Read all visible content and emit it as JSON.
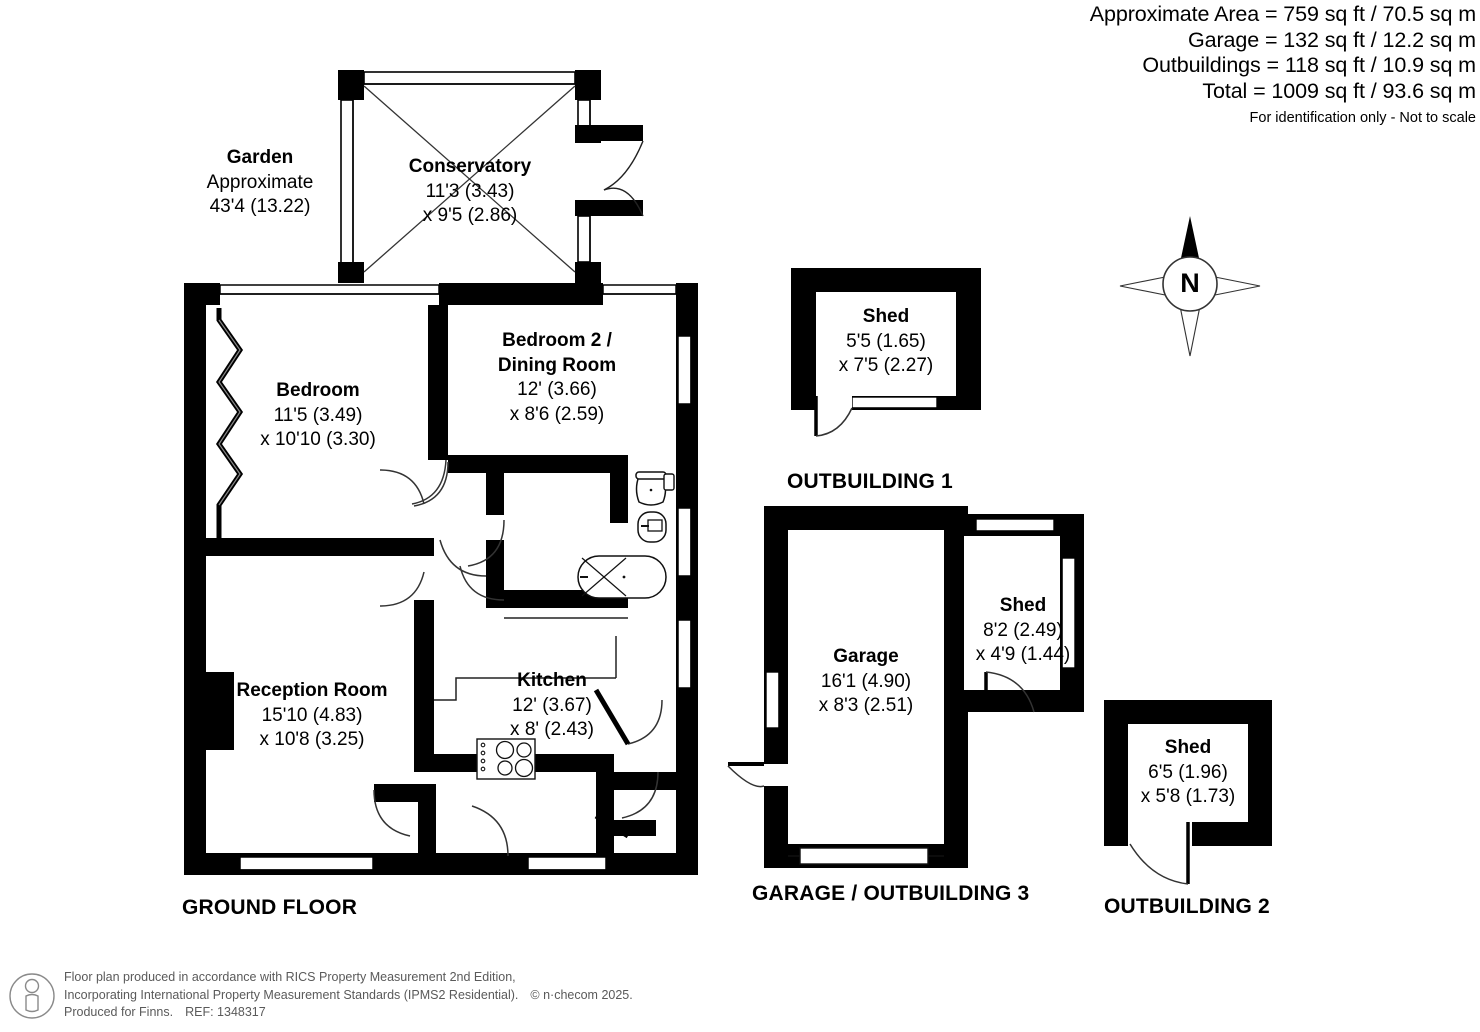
{
  "header": {
    "lines": [
      "Approximate Area = 759 sq ft / 70.5 sq m",
      "Garage = 132 sq ft / 12.2 sq m",
      "Outbuildings = 118 sq ft / 10.9 sq m",
      "Total = 1009 sq ft / 93.6 sq m"
    ],
    "note": "For identification only - Not to scale"
  },
  "compass": {
    "north_letter": "N"
  },
  "sections": {
    "ground_floor": "GROUND FLOOR",
    "outbuilding_1": "OUTBUILDING 1",
    "outbuilding_2": "OUTBUILDING 2",
    "garage_outbuilding_3": "GARAGE / OUTBUILDING 3"
  },
  "rooms": [
    {
      "id": "garden",
      "name": "Garden",
      "sub": "Approximate",
      "dim1": "43'4 (13.22)",
      "dim2": ""
    },
    {
      "id": "conservatory",
      "name": "Conservatory",
      "dim1": "11'3 (3.43)",
      "dim2": "x 9'5 (2.86)"
    },
    {
      "id": "bedroom",
      "name": "Bedroom",
      "dim1": "11'5 (3.49)",
      "dim2": "x 10'10 (3.30)"
    },
    {
      "id": "bedroom2",
      "name_line1": "Bedroom 2 /",
      "name_line2": "Dining Room",
      "dim1": "12' (3.66)",
      "dim2": "x 8'6 (2.59)"
    },
    {
      "id": "reception",
      "name": "Reception Room",
      "dim1": "15'10 (4.83)",
      "dim2": "x 10'8 (3.25)"
    },
    {
      "id": "kitchen",
      "name": "Kitchen",
      "dim1": "12' (3.67)",
      "dim2": "x 8' (2.43)"
    },
    {
      "id": "shed1",
      "name": "Shed",
      "dim1": "5'5 (1.65)",
      "dim2": "x 7'5 (2.27)"
    },
    {
      "id": "garage",
      "name": "Garage",
      "dim1": "16'1 (4.90)",
      "dim2": "x 8'3 (2.51)"
    },
    {
      "id": "shed3",
      "name": "Shed",
      "dim1": "8'2 (2.49)",
      "dim2": "x 4'9 (1.44)"
    },
    {
      "id": "shed2",
      "name": "Shed",
      "dim1": "6'5 (1.96)",
      "dim2": "x 5'8 (1.73)"
    }
  ],
  "footer": {
    "line1": "Floor plan produced in accordance with RICS Property Measurement 2nd Edition,",
    "line2a": "Incorporating International Property Measurement Standards (IPMS2 Residential).",
    "line2b": "© n·checom 2025.",
    "line3a": "Produced for Finns.",
    "line3b": "REF: 1348317"
  },
  "colors": {
    "wall": "#000000",
    "background": "#ffffff",
    "thin_line": "#1a1a1a",
    "footer_text": "#5a5a5a"
  }
}
